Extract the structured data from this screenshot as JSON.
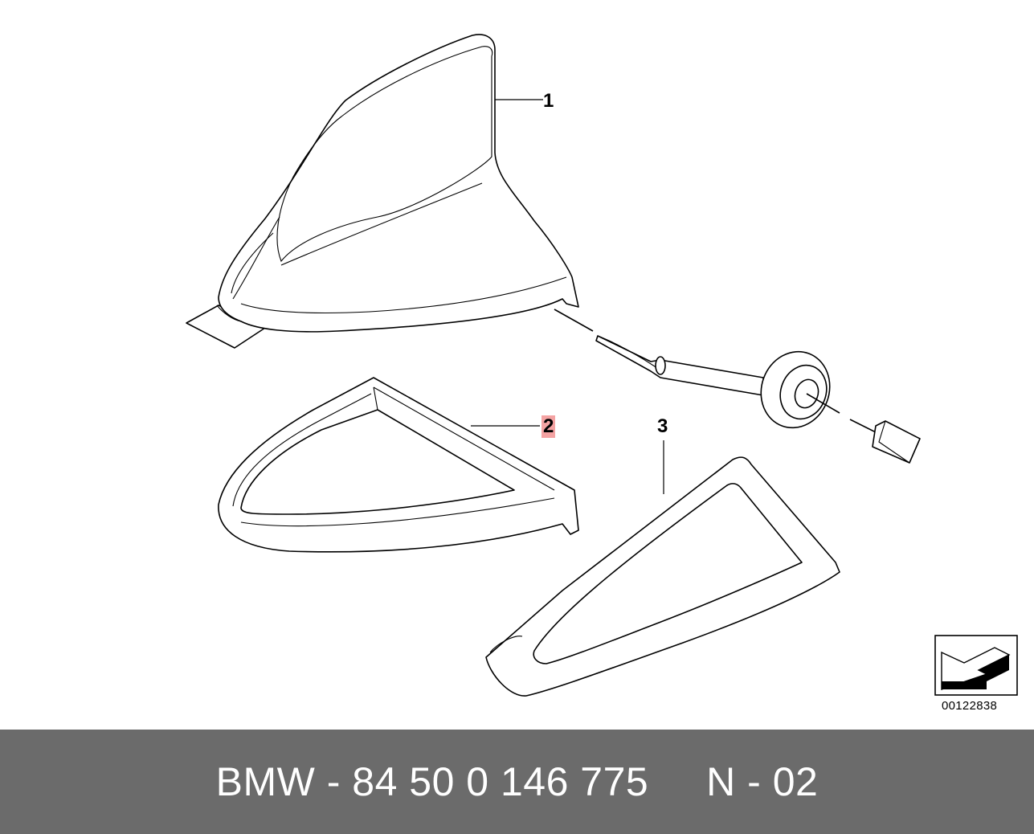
{
  "callouts": {
    "part1": "1",
    "part2": "2",
    "part3": "3"
  },
  "diagram_ref": "00122838",
  "footer": {
    "text": "BMW - 84 50 0 146 775     N - 02"
  },
  "colors": {
    "footer_bg": "#6b6b6b",
    "highlight": "#f4a3a3"
  },
  "icons": {
    "direction_arrow": "front-direction-arrow-icon"
  }
}
